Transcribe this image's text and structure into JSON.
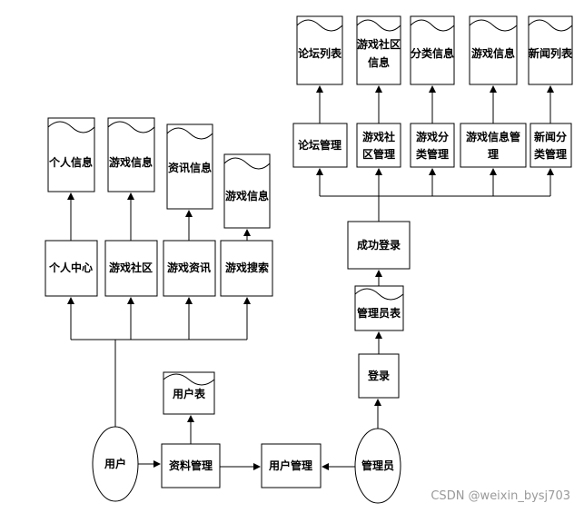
{
  "nodes": {
    "user": "用户",
    "admin": "管理员",
    "profile_mgmt": "资料管理",
    "user_mgmt": "用户管理",
    "user_table": "用户表",
    "personal_center": "个人中心",
    "game_community": "游戏社区",
    "game_news": "游戏资讯",
    "game_search": "游戏搜索",
    "personal_info": "个人信息",
    "game_info_1": "游戏信息",
    "news_info": "资讯信息",
    "game_info_2": "游戏信息",
    "login": "登录",
    "admin_table": "管理员表",
    "login_success": "成功登录",
    "forum_mgmt": "论坛管理",
    "community_mgmt_l1": "游戏社",
    "community_mgmt_l2": "区管理",
    "category_mgmt_l1": "游戏分",
    "category_mgmt_l2": "类管理",
    "gameinfo_mgmt_l1": "游戏信息管",
    "gameinfo_mgmt_l2": "理",
    "newscat_mgmt_l1": "新闻分",
    "newscat_mgmt_l2": "类管理",
    "forum_list": "论坛列表",
    "community_info_l1": "游戏社区",
    "community_info_l2": "信息",
    "category_info": "分类信息",
    "game_info_3": "游戏信息",
    "news_list": "新闻列表"
  },
  "watermark": "CSDN @weixin_bysj703"
}
